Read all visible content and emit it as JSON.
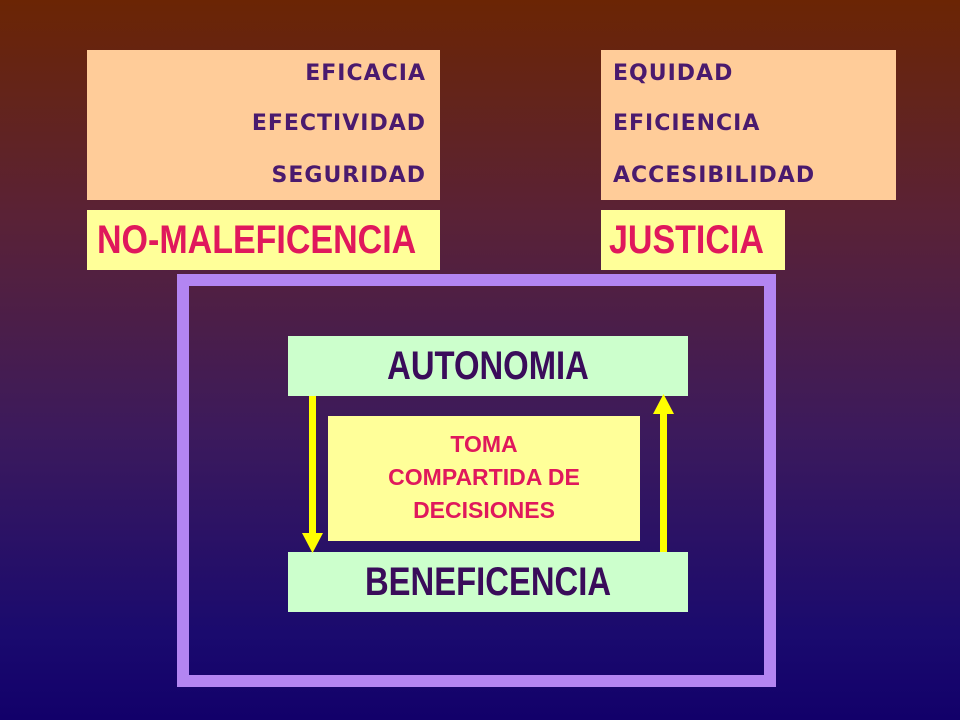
{
  "left_top": {
    "lines": [
      "EFICACIA",
      "EFECTIVIDAD",
      "SEGURIDAD"
    ]
  },
  "right_top": {
    "lines": [
      "EQUIDAD",
      "EFICIENCIA",
      "ACCESIBILIDAD"
    ]
  },
  "principles": {
    "left": "NO-MALEFICENCIA",
    "right": "JUSTICIA",
    "top": "AUTONOMIA",
    "bottom": "BENEFICENCIA"
  },
  "center_lines": [
    "TOMA",
    "COMPARTIDA DE",
    "DECISIONES"
  ],
  "colors": {
    "peach": "#ffcc99",
    "yellow": "#ffff99",
    "green": "#ccffcc",
    "frame": "#b385f2",
    "arrow": "#ffff00",
    "accent_text": "#e0185c",
    "dark_text": "#3a0c5a"
  }
}
